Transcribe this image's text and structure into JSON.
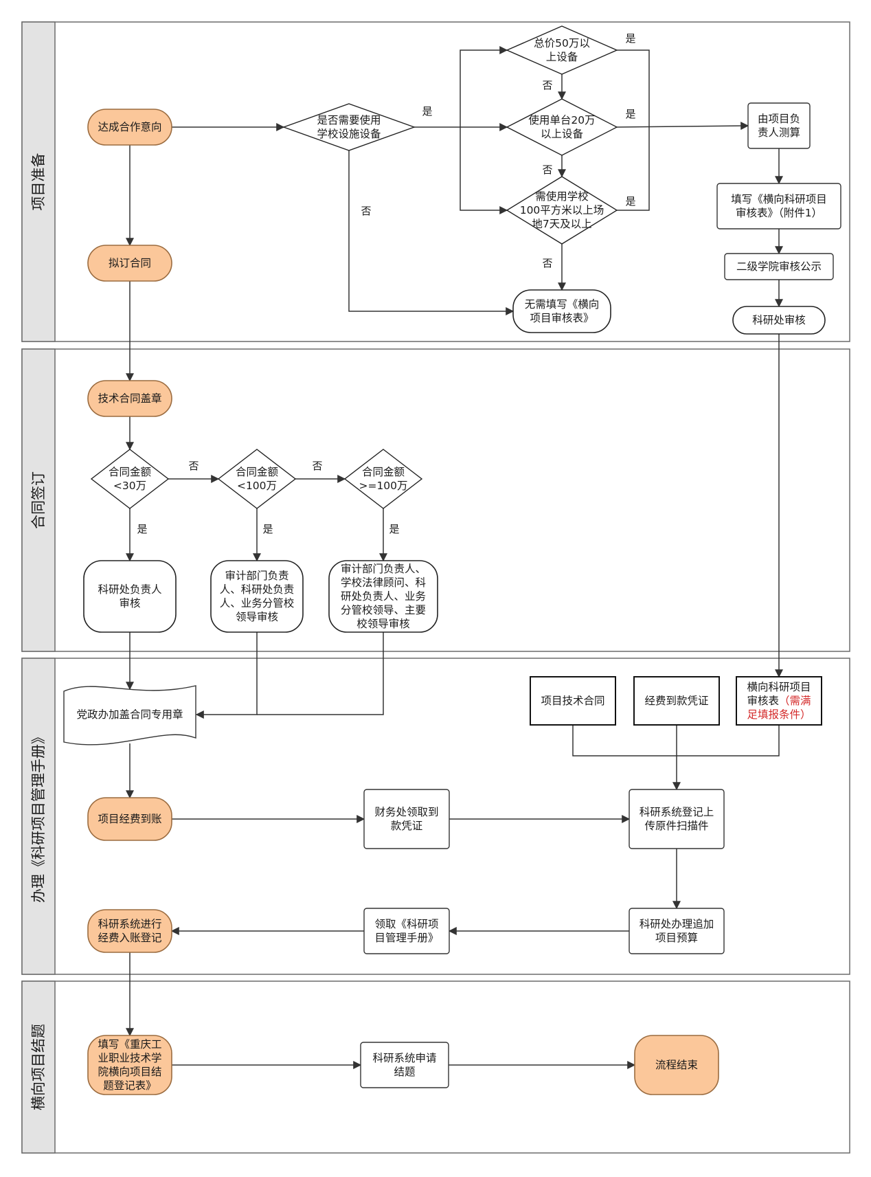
{
  "colors": {
    "process_fill": "#fbc79a",
    "lane_header_fill": "#e3e3e3",
    "line": "#333333",
    "highlight_text": "#d42a2a"
  },
  "lanes": [
    {
      "id": "prep",
      "label": "项目准备"
    },
    {
      "id": "sign",
      "label": "合同签订"
    },
    {
      "id": "manual",
      "label": "办理《科研项目管理手册》"
    },
    {
      "id": "close",
      "label": "横向项目结题"
    }
  ],
  "nodes": {
    "agree": {
      "lines": [
        "达成合作意向"
      ]
    },
    "draft": {
      "lines": [
        "拟订合同"
      ]
    },
    "use_fac": {
      "lines": [
        "是否需要使用",
        "学校设施设备"
      ]
    },
    "d50": {
      "lines": [
        "总价50万以",
        "上设备"
      ]
    },
    "d20": {
      "lines": [
        "使用单台20万",
        "以上设备"
      ]
    },
    "d100": {
      "lines": [
        "需使用学校",
        "100平方米以上场",
        "地7天及以上"
      ]
    },
    "no_need": {
      "lines": [
        "无需填写《横向",
        "项目审核表》"
      ]
    },
    "estimate": {
      "lines": [
        "由项目负",
        "责人测算"
      ]
    },
    "fill_form": {
      "lines": [
        "填写《横向科研项目",
        "审核表》（附件1）"
      ]
    },
    "college": {
      "lines": [
        "二级学院审核公示"
      ]
    },
    "research_audit": {
      "lines": [
        "科研处审核"
      ]
    },
    "seal": {
      "lines": [
        "技术合同盖章"
      ]
    },
    "amt30": {
      "lines": [
        "合同金额",
        "<30万"
      ]
    },
    "amt100": {
      "lines": [
        "合同金额",
        "<100万"
      ]
    },
    "amt100p": {
      "lines": [
        "合同金额",
        ">=100万"
      ]
    },
    "rev1": {
      "lines": [
        "科研处负责人",
        "审核"
      ]
    },
    "rev2": {
      "lines": [
        "审计部门负责",
        "人、科研处负责",
        "人、业务分管校",
        "领导审核"
      ]
    },
    "rev3": {
      "lines": [
        "审计部门负责人、",
        "学校法律顾问、科",
        "研处负责人、业务",
        "分管校领导、主要",
        "校领导审核"
      ]
    },
    "party_seal": {
      "lines": [
        "党政办加盖合同专用章"
      ]
    },
    "contract_doc": {
      "lines": [
        "项目技术合同"
      ]
    },
    "voucher": {
      "lines": [
        "经费到款凭证"
      ]
    },
    "audit_form": {
      "lines": [
        "横向科研项目",
        "审核表"
      ],
      "red_lines": [
        "（需满",
        "足填报条件）"
      ]
    },
    "funds": {
      "lines": [
        "项目经费到账"
      ]
    },
    "finance": {
      "lines": [
        "财务处领取到",
        "款凭证"
      ]
    },
    "upload": {
      "lines": [
        "科研系统登记上",
        "传原件扫描件"
      ]
    },
    "budget": {
      "lines": [
        "科研处办理追加",
        "项目预算"
      ]
    },
    "get_manual": {
      "lines": [
        "领取《科研项",
        "目管理手册》"
      ]
    },
    "register": {
      "lines": [
        "科研系统进行",
        "经费入账登记"
      ]
    },
    "close_form": {
      "lines": [
        "填写《重庆工",
        "业职业技术学",
        "院横向项目结",
        "题登记表》"
      ]
    },
    "apply_close": {
      "lines": [
        "科研系统申请",
        "结题"
      ]
    },
    "end": {
      "lines": [
        "流程结束"
      ]
    }
  },
  "edge_labels": {
    "yes": "是",
    "no": "否"
  }
}
